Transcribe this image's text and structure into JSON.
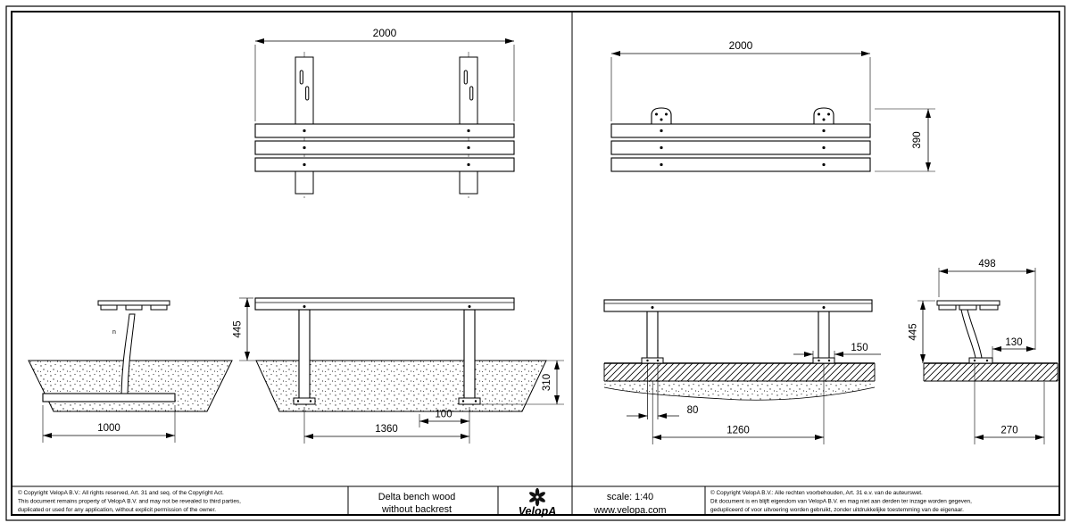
{
  "title_block": {
    "product_line1": "Delta bench wood",
    "product_line2": "without backrest",
    "scale": "scale: 1:40",
    "website": "www.velopa.com",
    "brand": "VelopA"
  },
  "copyright_en": {
    "line1": "© Copyright VelopA B.V.: All rights reserved, Art. 31 and seq. of the Copyright Act.",
    "line2": "This document remains property of VelopA B.V. and may not be revealed to third parties,",
    "line3": "duplicated or used for any application, without explicit permission of the owner."
  },
  "copyright_nl": {
    "line1": "© Copyright VelopA B.V.: Alle rechten voorbehouden, Art. 31 e.v. van de auteurswet.",
    "line2": "Dit document is en blijft eigendom van VelopA B.V. en mag niet aan derden ter inzage worden gegeven,",
    "line3": "gedupliceerd of voor uitvoering worden gebruikt, zonder uitdrukkelijke toestemming van de eigenaar."
  },
  "views": {
    "plan": {
      "dim_width": "2000"
    },
    "front": {
      "dim_width": "2000",
      "dim_height": "390"
    },
    "side_inground": {
      "dim_base": "1000",
      "mark": "n"
    },
    "elev_inground": {
      "dim_height": "445",
      "dim_depth": "310",
      "dim_span": "1360",
      "dim_offset": "100"
    },
    "elev_surface": {
      "dim_plate": "150",
      "dim_bolts": "80",
      "dim_span": "1260"
    },
    "side_surface": {
      "dim_seat": "498",
      "dim_height": "445",
      "dim_foot": "130",
      "dim_base": "270"
    }
  },
  "colors": {
    "line": "#000000",
    "background": "#ffffff"
  }
}
